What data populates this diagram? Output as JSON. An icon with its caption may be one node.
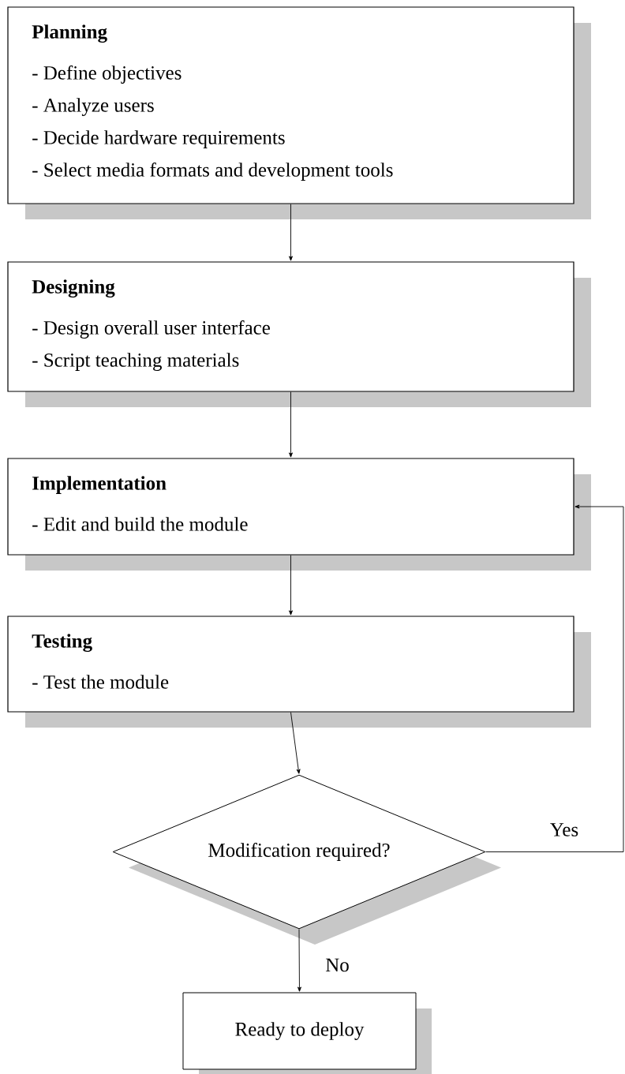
{
  "diagram": {
    "nodes": [
      {
        "text": [
          "Planning",
          "- Define objectives",
          "- Analyze users",
          "- Decide hardware requirements",
          "- Select media formats and development tools"
        ]
      },
      {
        "text": [
          "Designing",
          "- Design overall user interface",
          "- Script teaching materials"
        ]
      },
      {
        "text": [
          "Implementation",
          "- Edit and build the module"
        ]
      },
      {
        "text": [
          "Testing",
          "- Test the module"
        ]
      },
      {
        "text": [
          "Modification required?"
        ]
      },
      {
        "text": [
          "Ready to deploy"
        ]
      }
    ],
    "edges": [
      {
        "from": 0,
        "to": 1,
        "arrow": "to"
      },
      {
        "from": 1,
        "to": 2,
        "arrow": "to"
      },
      {
        "from": 2,
        "to": 3,
        "arrow": "to"
      },
      {
        "from": 3,
        "to": 4,
        "arrow": "to"
      },
      {
        "from": 4,
        "to": 5,
        "arrow": "to",
        "label": "No"
      },
      {
        "from": 4,
        "to": 2,
        "arrow": "to",
        "label": "Yes"
      }
    ]
  }
}
